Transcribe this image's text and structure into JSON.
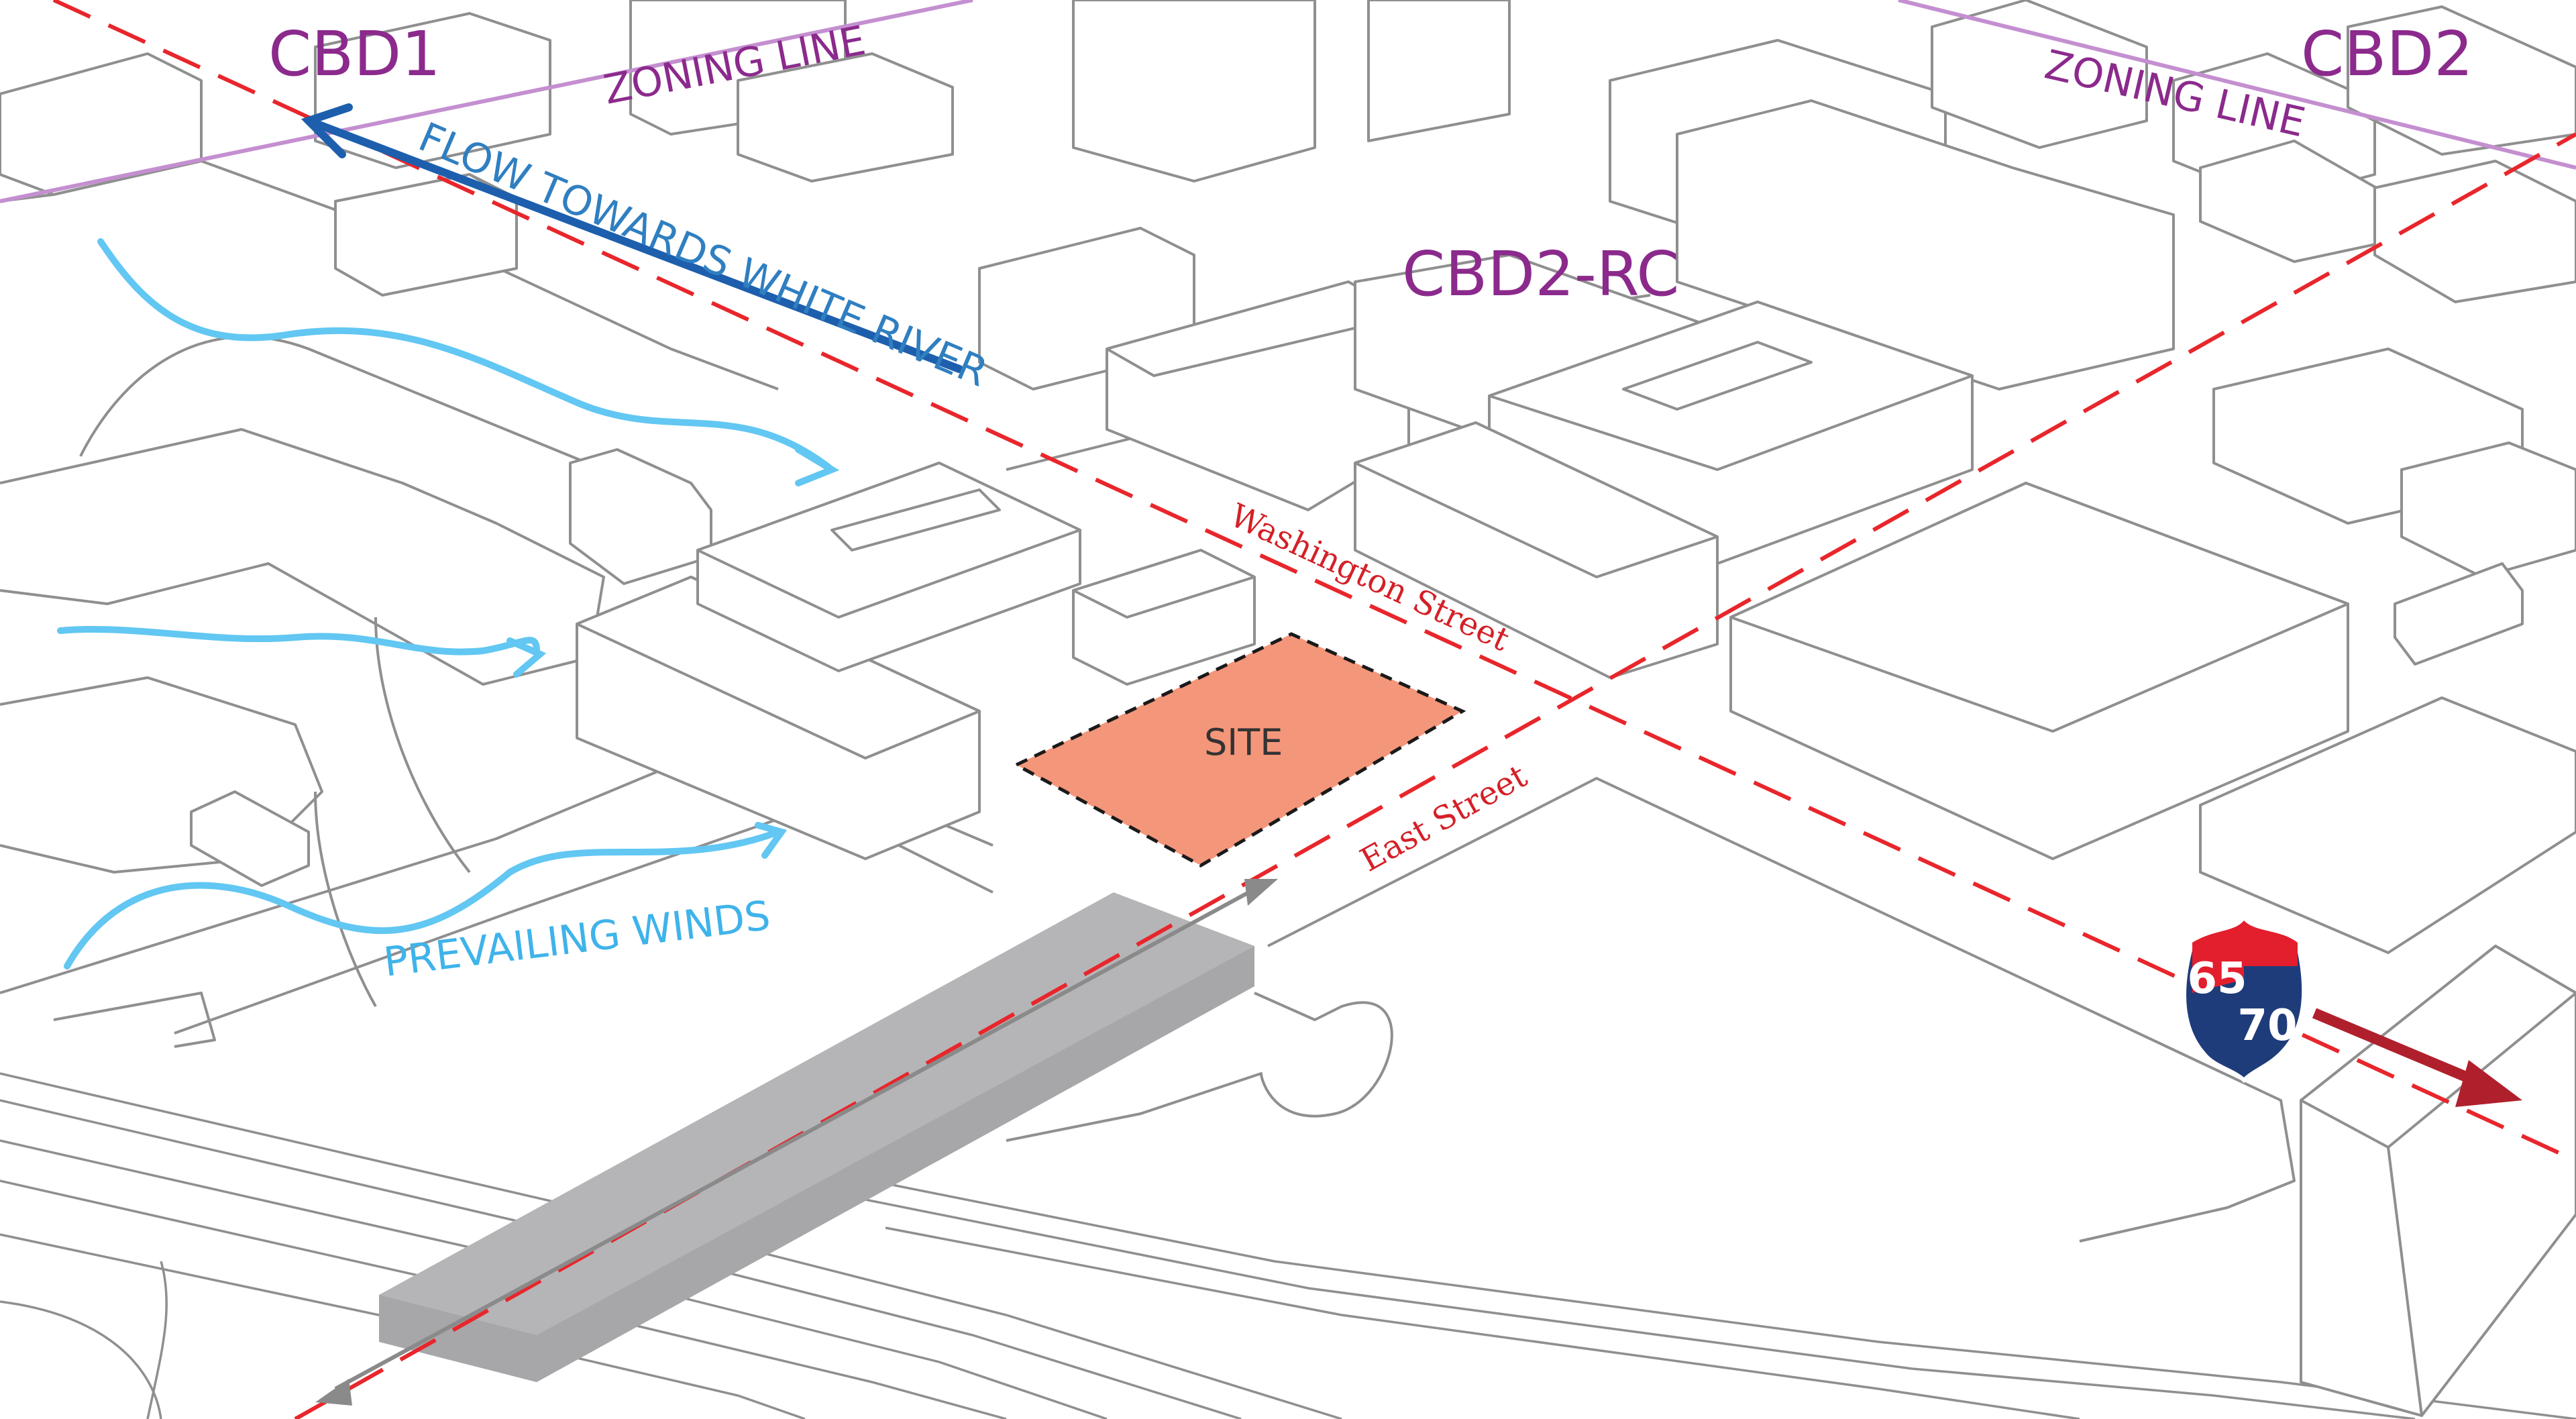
{
  "labels": {
    "cbd1": "CBD1",
    "cbd2": "CBD2",
    "cbd2_rc": "CBD2-RC",
    "zoning_line_left": "ZONING LINE",
    "zoning_line_right": "ZONING LINE",
    "flow": "FLOW TOWARDS WHITE RIVER",
    "washington_street": "Washington Street",
    "east_street": "East Street",
    "prevailing_winds": "PREVAILING WINDS",
    "site": "SITE"
  },
  "shield": {
    "top_number": "65",
    "bottom_number": "70"
  },
  "colors": {
    "street_dash": "#e8262b",
    "zoning_line": "#c48fd0",
    "district_label": "#8b2a8c",
    "flow_arrow": "#1d5fad",
    "winds": "#62c7f2",
    "site_fill": "#f4967a",
    "shield_red": "#e31e2d",
    "shield_blue": "#1f3c7a",
    "highway_arrow": "#b0202c",
    "rail_deck": "#b5b5b7"
  }
}
